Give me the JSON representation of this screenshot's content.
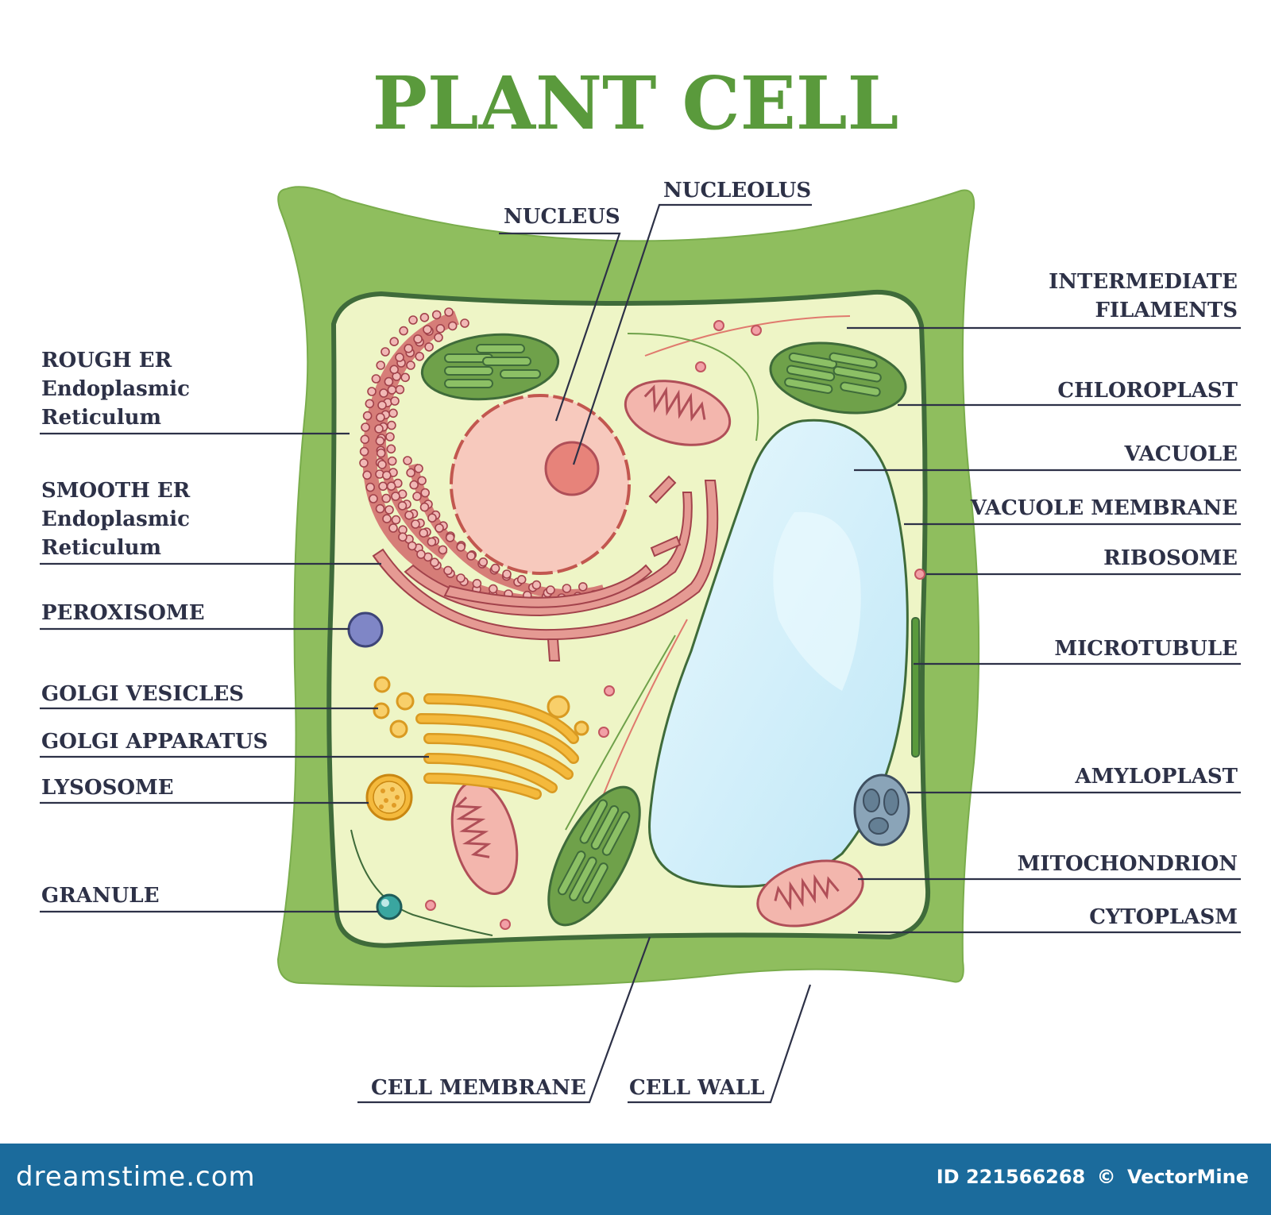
{
  "title": "PLANT CELL",
  "labels": {
    "nucleus": "NUCLEUS",
    "nucleolus": "NUCLEOLUS",
    "rough_er": [
      "ROUGH ER",
      "Endoplasmic",
      "Reticulum"
    ],
    "smooth_er": [
      "SMOOTH ER",
      "Endoplasmic",
      "Reticulum"
    ],
    "peroxisome": "PEROXISOME",
    "golgi_vesicles": "GOLGI VESICLES",
    "golgi_apparatus": "GOLGI APPARATUS",
    "lysosome": "LYSOSOME",
    "granule": "GRANULE",
    "intermediate_filaments": [
      "INTERMEDIATE",
      "FILAMENTS"
    ],
    "chloroplast": "CHLOROPLAST",
    "vacuole": "VACUOLE",
    "vacuole_membrane": "VACUOLE MEMBRANE",
    "ribosome": "RIBOSOME",
    "microtubule": "MICROTUBULE",
    "amyloplast": "AMYLOPLAST",
    "mitochondrion": "MITOCHONDRION",
    "cytoplasm": "CYTOPLASM",
    "cell_membrane": "CELL MEMBRANE",
    "cell_wall": "CELL WALL"
  },
  "footer": {
    "site": "dreamstime.com",
    "id_text": "ID 221566268",
    "copyright_symbol": "©",
    "author": "VectorMine"
  },
  "colors": {
    "title": "#5a9a3c",
    "cell_wall": "#8fbe5e",
    "cytoplasm": "#eef5c6",
    "membrane": "#3f6b3a",
    "vacuole": "#cdeefa",
    "nucleus": "#f7c9bd",
    "nucleolus": "#e7837a",
    "er": "#e59a93",
    "golgi": "#f4b93c",
    "chloroplast": "#6fa14a",
    "peroxisome": "#7f86c6",
    "amyloplast": "#8aa4b8",
    "granule": "#3aa6a0",
    "label_text": "#2d3147",
    "footer_bg": "#1b6b9c"
  }
}
